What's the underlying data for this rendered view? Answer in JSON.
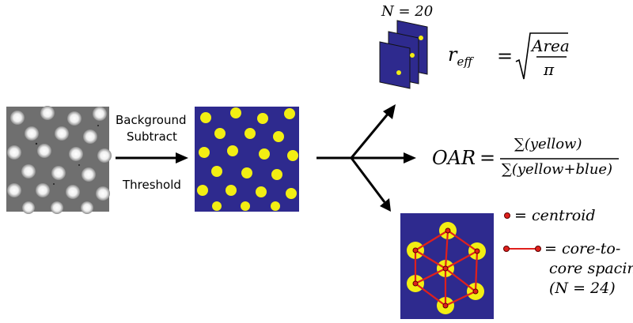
{
  "process": {
    "step_line1": "Background",
    "step_line2": "Subtract",
    "step_line3": "Threshold"
  },
  "radius_branch": {
    "n_label": "N = 20",
    "symbol": "r",
    "subscript": "eff",
    "equals": "=",
    "numerator": "Area",
    "denominator": "π"
  },
  "oar_branch": {
    "symbol": "OAR",
    "equals": "=",
    "numerator": "∑(yellow)",
    "denominator": "∑(yellow+blue)"
  },
  "spacing_branch": {
    "centroid_legend": "= centroid",
    "spacing_legend_line1": "= core-to-",
    "spacing_legend_line2": "core spacing",
    "spacing_legend_line3": "(N = 24)"
  },
  "colors": {
    "background_blue": "#2e2a8e",
    "core_yellow": "#f2ee13",
    "network_red": "#e0201c",
    "arrow": "#000000"
  },
  "icons": [
    "raw-micrograph",
    "threshold-map",
    "stacked-slices",
    "centroid-network",
    "arrow"
  ]
}
